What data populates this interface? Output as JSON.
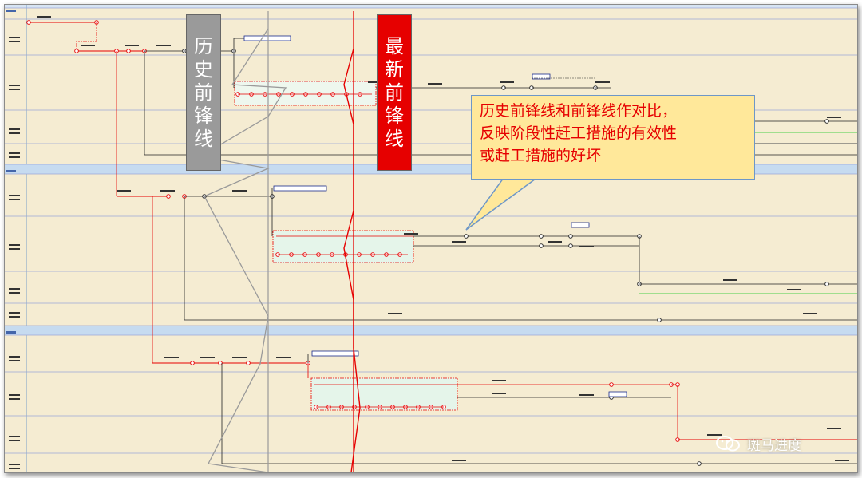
{
  "overlays": {
    "history_label": [
      "历",
      "史",
      "前",
      "锋",
      "线"
    ],
    "latest_label": [
      "最",
      "新",
      "前",
      "锋",
      "线"
    ],
    "callout_lines": [
      "历史前锋线和前锋线作对比，",
      "反映阶段性赶工措施的有效性",
      "或赶工措施的好坏"
    ]
  },
  "watermark": {
    "text": "斑马进度",
    "icon": "wechat-icon"
  },
  "colors": {
    "background": "#f5ecd2",
    "lane_line": "#9aa6d8",
    "band": "#c6dbf0",
    "critical": "#e60000",
    "normal": "#222222",
    "history_line": "#9a9a9a",
    "latest_line": "#e60000",
    "callout_bg": "#ffe89a"
  }
}
